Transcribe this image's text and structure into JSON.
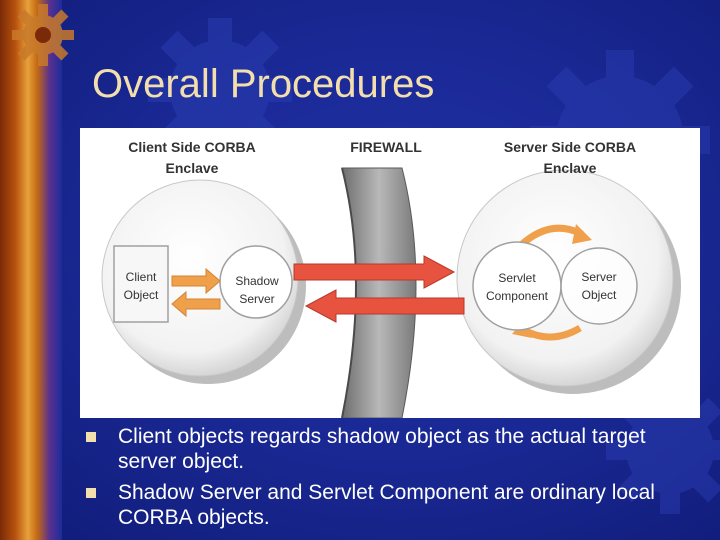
{
  "slide": {
    "title": "Overall Procedures",
    "background_color": "#1a2996",
    "title_color": "#f3dfae"
  },
  "diagram": {
    "client_enclave": {
      "line1": "Client Side CORBA",
      "line2": "Enclave"
    },
    "firewall": {
      "label": "FIREWALL"
    },
    "server_enclave": {
      "line1": "Server Side CORBA",
      "line2": "Enclave"
    },
    "client_object": {
      "line1": "Client",
      "line2": "Object"
    },
    "shadow_server": {
      "line1": "Shadow",
      "line2": "Server"
    },
    "servlet_component": {
      "line1": "Servlet",
      "line2": "Component"
    },
    "server_object": {
      "line1": "Server",
      "line2": "Object"
    },
    "colors": {
      "red_arrow": "#e8533f",
      "orange_arrow": "#f0a04a",
      "firewall_gray": "#9a9a9a"
    }
  },
  "bullets": [
    {
      "text": "Client objects regards shadow object as the actual target server object."
    },
    {
      "text": "Shadow Server and Servlet Component are ordinary local CORBA objects."
    }
  ]
}
